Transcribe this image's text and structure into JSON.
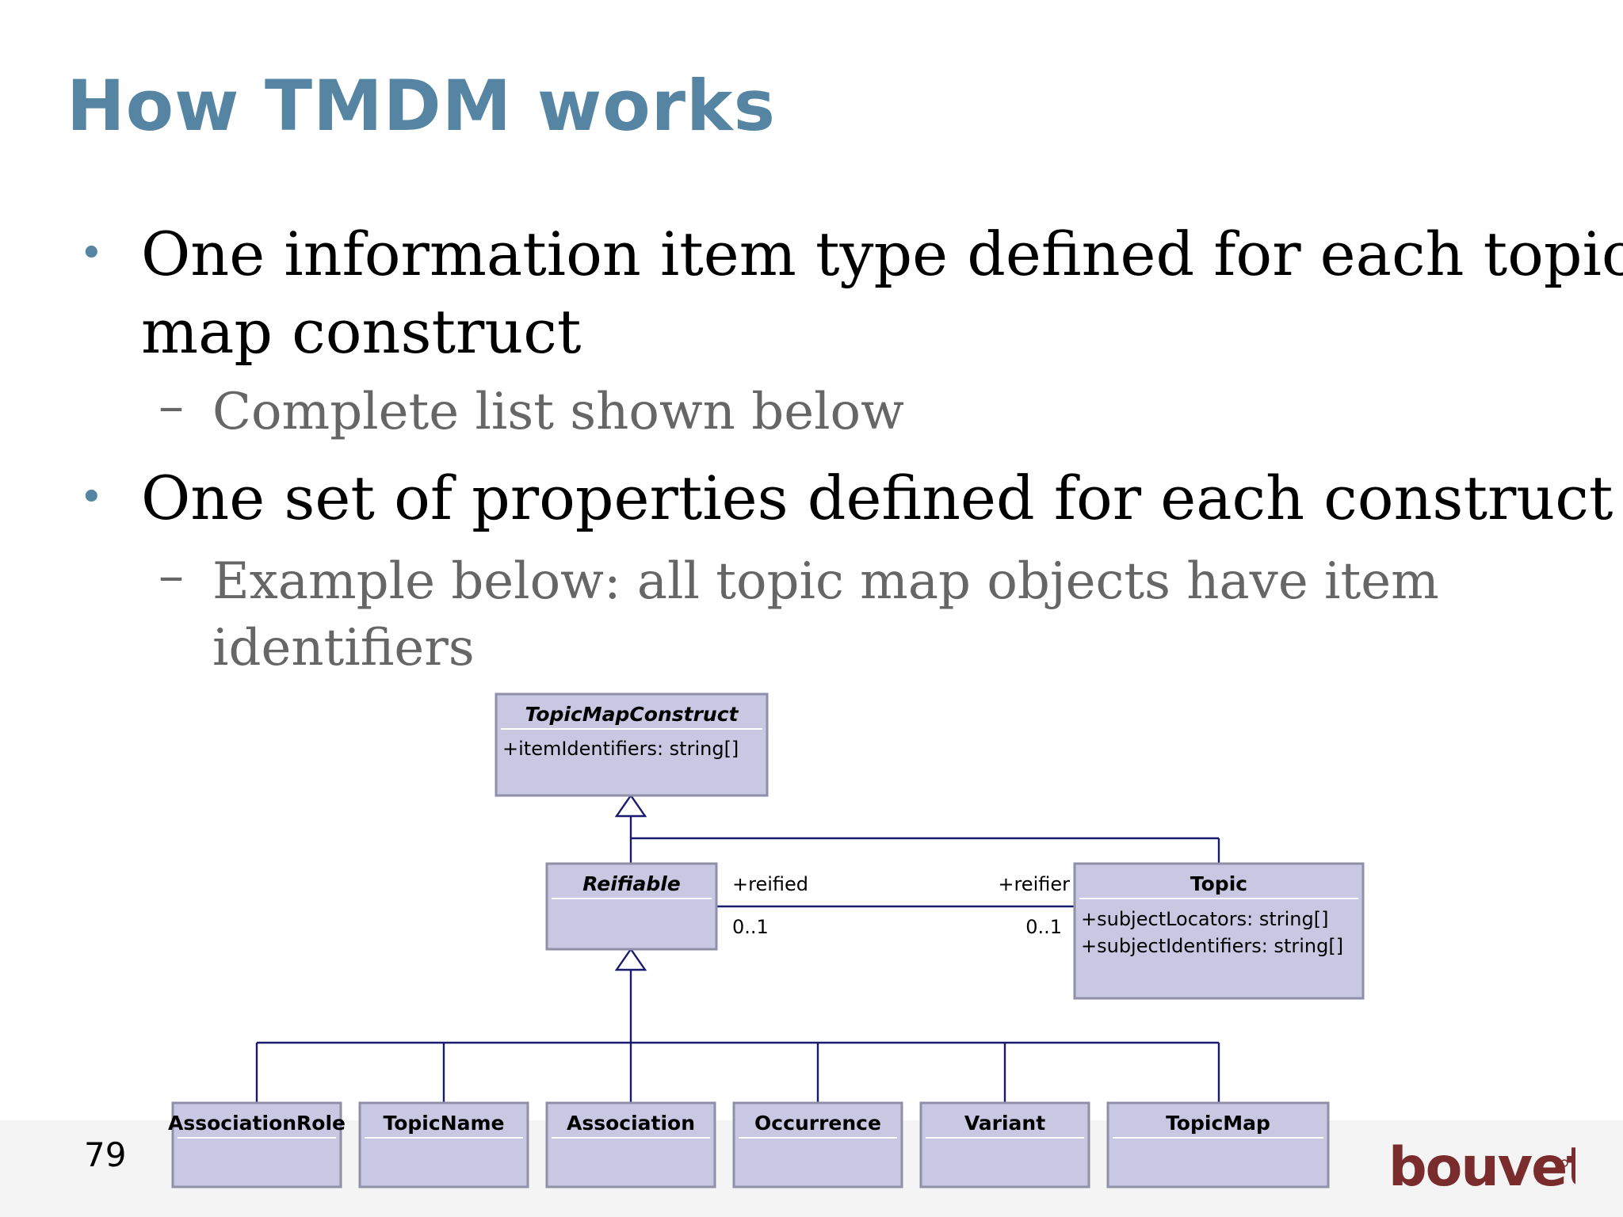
{
  "slide": {
    "title": "How TMDM works",
    "page_number": "79"
  },
  "bullets": [
    {
      "lines": [
        "One information item type defined for each topic",
        "map construct"
      ],
      "sub": [
        "– ",
        "Complete list shown below"
      ]
    },
    {
      "lines": [
        "One set of properties defined for each construct"
      ],
      "sub": [
        "– ",
        "Example below: all topic map objects have item",
        "identifiers"
      ]
    }
  ],
  "diagram": {
    "top": {
      "name": "TopicMapConstruct",
      "attr": "+itemIdentifiers: string[]"
    },
    "reifiable": {
      "name": "Reifiable"
    },
    "topic": {
      "name": "Topic",
      "attrs": [
        "+subjectLocators: string[]",
        "+subjectIdentifiers: string[]"
      ]
    },
    "association_labels": {
      "left_role": "+reified",
      "left_mult": "0..1",
      "right_role": "+reifier",
      "right_mult": "0..1"
    },
    "subclasses": [
      "AssociationRole",
      "TopicName",
      "Association",
      "Occurrence",
      "Variant",
      "TopicMap"
    ]
  },
  "logo": {
    "text": "bouvet",
    "color": "#7a2b2b"
  }
}
